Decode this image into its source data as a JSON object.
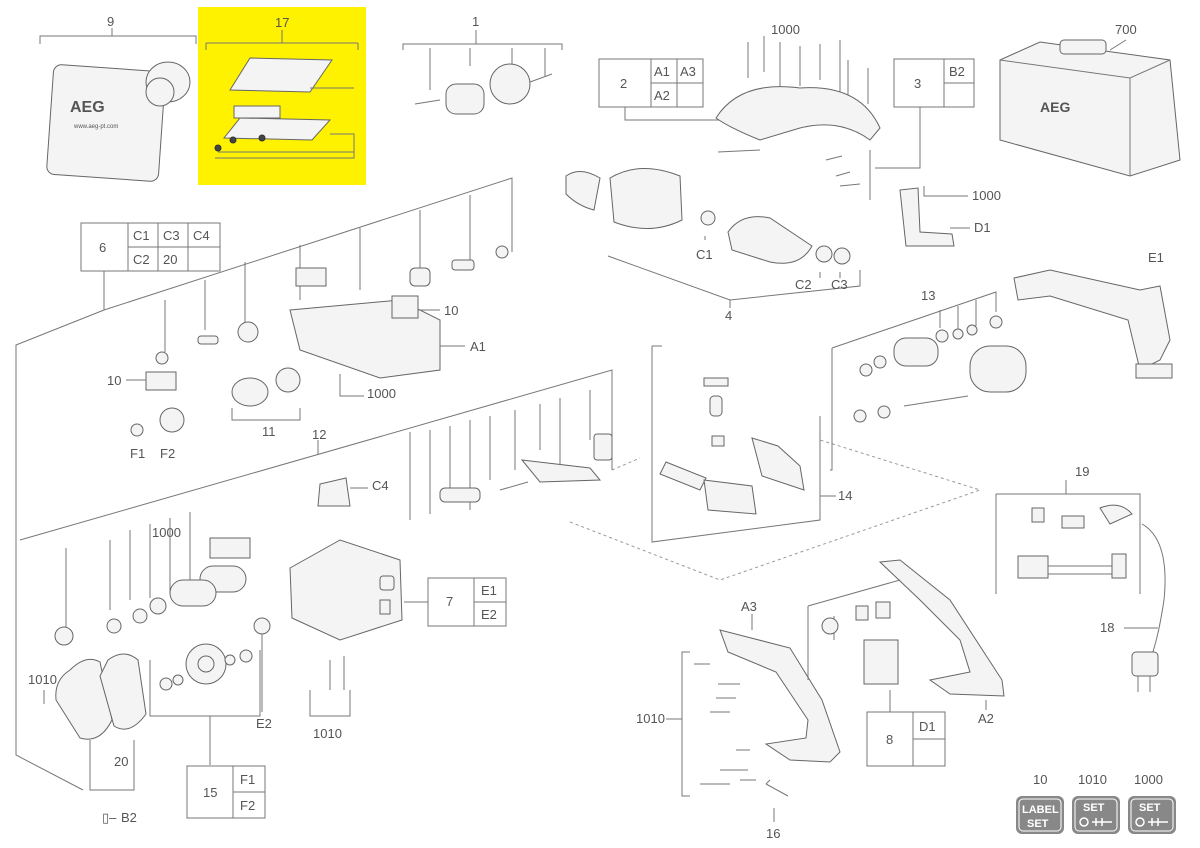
{
  "highlight_color": "#fff200",
  "labels": {
    "g9": "9",
    "g17": "17",
    "g1": "1",
    "g1000top": "1000",
    "g700": "700",
    "g6": "6",
    "g10a": "10",
    "gA1": "A1",
    "g10b": "10",
    "g1000b": "1000",
    "g11": "11",
    "gF1": "F1",
    "gF2": "F2",
    "g12": "12",
    "gC4": "C4",
    "g1000c": "1000",
    "g1010a": "1010",
    "g20": "20",
    "gB2": "B2",
    "gE2": "E2",
    "g1010b": "1010",
    "g4": "4",
    "gC1": "C1",
    "gC2": "C2",
    "gC3": "C3",
    "g1000d": "1000",
    "gD1": "D1",
    "gE1": "E1",
    "g13": "13",
    "g14": "14",
    "g19": "19",
    "g18": "18",
    "gA3": "A3",
    "gA2": "A2",
    "g1010c": "1010",
    "g16": "16",
    "g10c": "10",
    "g1010d": "1010",
    "g1000e": "1000"
  },
  "boxes": {
    "b2": {
      "main": "2",
      "cells": [
        "A1",
        "A3",
        "A2"
      ]
    },
    "b3": {
      "main": "3",
      "cells": [
        "B2"
      ]
    },
    "b6": {
      "main": "6",
      "cells": [
        "C1",
        "C3",
        "C4",
        "C2",
        "20"
      ]
    },
    "b7": {
      "main": "7",
      "cells": [
        "E1",
        "E2"
      ]
    },
    "b8": {
      "main": "8",
      "cells": [
        "D1"
      ]
    },
    "b15": {
      "main": "15",
      "cells": [
        "F1",
        "F2"
      ]
    }
  },
  "brand": {
    "logo": "AEG",
    "website": "www.aeg-pt.com"
  },
  "set_icons": [
    {
      "line1": "LABEL",
      "line2": "SET"
    },
    {
      "line1": "SET",
      "line2": ""
    },
    {
      "line1": "SET",
      "line2": ""
    }
  ]
}
